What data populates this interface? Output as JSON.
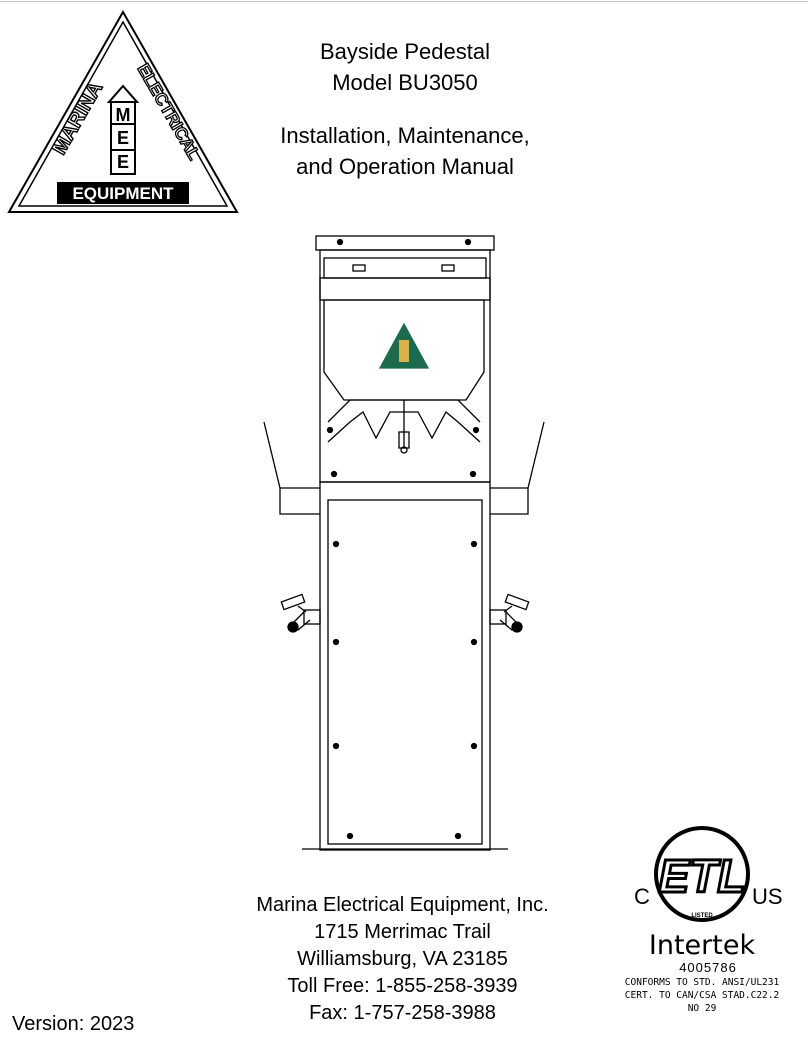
{
  "logo": {
    "top_text": "MARINA",
    "side_text": "ELECTRICAL",
    "bottom_text": "EQUIPMENT",
    "monogram": "MEE"
  },
  "title": {
    "line1": "Bayside Pedestal",
    "line2": "Model BU3050",
    "line3": "Installation, Maintenance,",
    "line4": "and Operation Manual"
  },
  "address": {
    "company": "Marina Electrical Equipment, Inc.",
    "street": "1715 Merrimac Trail",
    "city": "Williamsburg, VA 23185",
    "toll_free": "Toll Free: 1-855-258-3939",
    "fax": "Fax: 1-757-258-3988"
  },
  "version": "Version: 2023",
  "certification": {
    "mark": "ETL",
    "c_label": "C",
    "us_label": "US",
    "listed": "LISTED",
    "brand": "Intertek",
    "number": "4005786",
    "line1": "CONFORMS TO STD. ANSI/UL231",
    "line2": "CERT. TO CAN/CSA STAD.C22.2",
    "line3": "NO 29"
  },
  "colors": {
    "logo_green": "#1d6b4e",
    "logo_gold": "#d8b24a"
  }
}
